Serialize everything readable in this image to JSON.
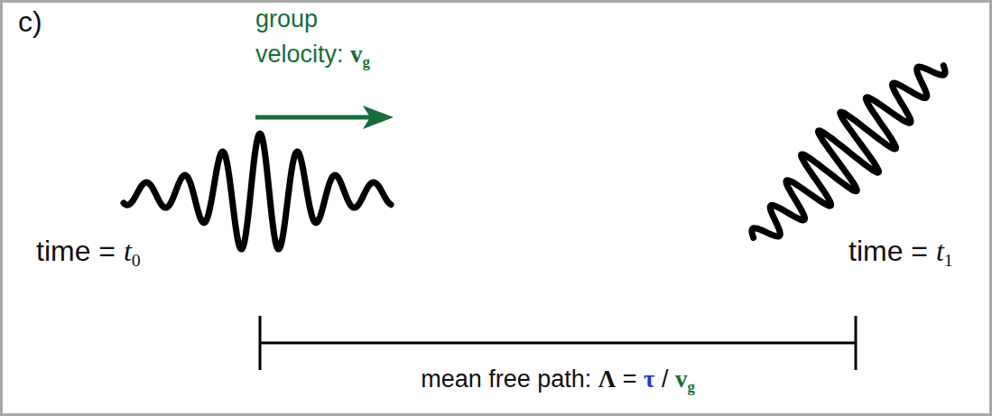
{
  "diagram": {
    "labels": [
      "c)",
      "group velocity: vg",
      "time = t0",
      "time = t1",
      "mean free path: Λ = τ / vg"
    ]
  }
}
